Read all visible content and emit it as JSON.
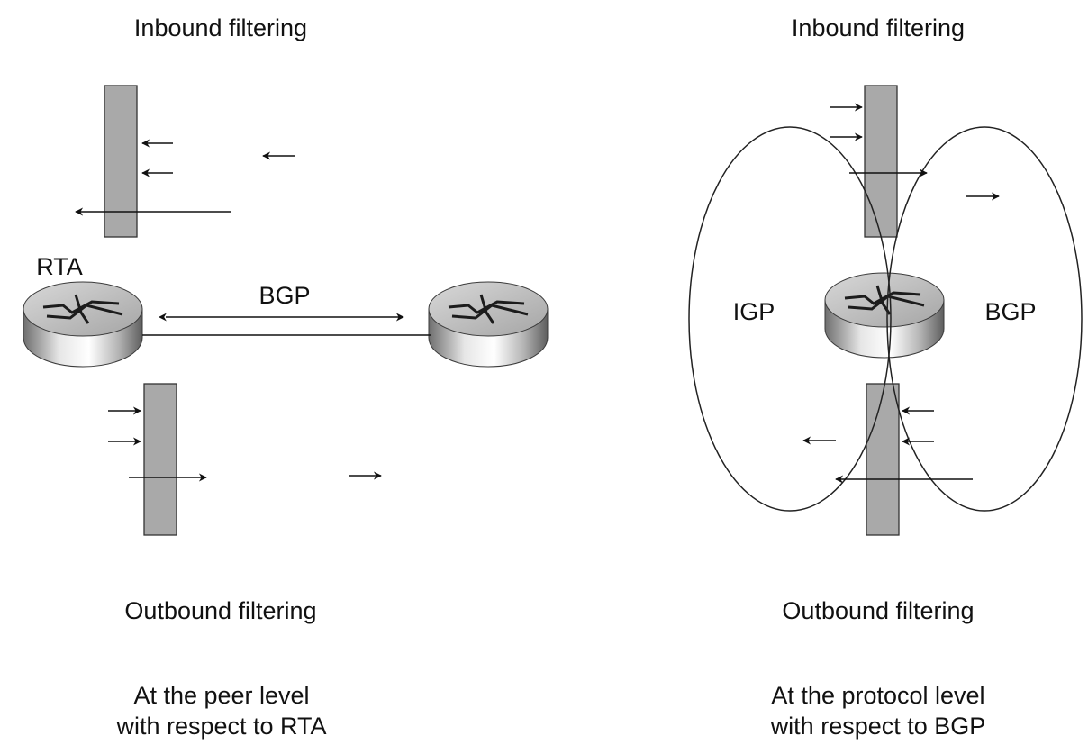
{
  "left_panel": {
    "inbound_label": "Inbound filtering",
    "outbound_label": "Outbound filtering",
    "router_label": "RTA",
    "link_label": "BGP",
    "caption_line1": "At the peer level",
    "caption_line2": "with respect to RTA"
  },
  "right_panel": {
    "inbound_label": "Inbound filtering",
    "outbound_label": "Outbound filtering",
    "igp_label": "IGP",
    "bgp_label": "BGP",
    "caption_line1": "At the protocol level",
    "caption_line2": "with respect to BGP"
  },
  "colors": {
    "filter_fill": "#a9a9a9",
    "router_top": "#c8c8c8",
    "router_side": "#8c8c8c",
    "line": "#111111"
  },
  "icons": [
    "router-icon",
    "filter-bar",
    "arrow"
  ]
}
